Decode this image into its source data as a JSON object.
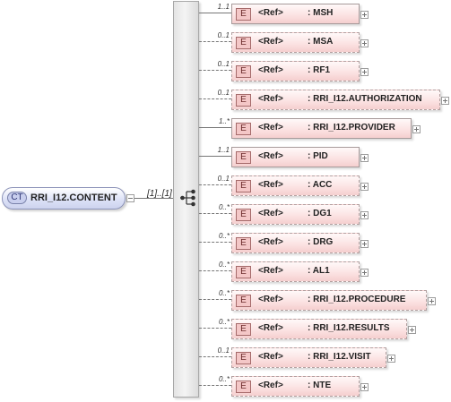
{
  "complex_type": {
    "tag": "CT",
    "name": "RRI_I12.CONTENT"
  },
  "sequence": {
    "multiplicity": "[1]..[1]"
  },
  "elements": [
    {
      "tag": "E",
      "ref": "<Ref>",
      "name": ": MSH",
      "multiplicity": "1..1",
      "required": true
    },
    {
      "tag": "E",
      "ref": "<Ref>",
      "name": ": MSA",
      "multiplicity": "0..1",
      "required": false
    },
    {
      "tag": "E",
      "ref": "<Ref>",
      "name": ": RF1",
      "multiplicity": "0..1",
      "required": false
    },
    {
      "tag": "E",
      "ref": "<Ref>",
      "name": ": RRI_I12.AUTHORIZATION",
      "multiplicity": "0..1",
      "required": false
    },
    {
      "tag": "E",
      "ref": "<Ref>",
      "name": ": RRI_I12.PROVIDER",
      "multiplicity": "1..*",
      "required": true
    },
    {
      "tag": "E",
      "ref": "<Ref>",
      "name": ": PID",
      "multiplicity": "1..1",
      "required": true
    },
    {
      "tag": "E",
      "ref": "<Ref>",
      "name": ": ACC",
      "multiplicity": "0..1",
      "required": false
    },
    {
      "tag": "E",
      "ref": "<Ref>",
      "name": ": DG1",
      "multiplicity": "0..*",
      "required": false
    },
    {
      "tag": "E",
      "ref": "<Ref>",
      "name": ": DRG",
      "multiplicity": "0..*",
      "required": false
    },
    {
      "tag": "E",
      "ref": "<Ref>",
      "name": ": AL1",
      "multiplicity": "0..*",
      "required": false
    },
    {
      "tag": "E",
      "ref": "<Ref>",
      "name": ": RRI_I12.PROCEDURE",
      "multiplicity": "0..*",
      "required": false
    },
    {
      "tag": "E",
      "ref": "<Ref>",
      "name": ": RRI_I12.RESULTS",
      "multiplicity": "0..*",
      "required": false
    },
    {
      "tag": "E",
      "ref": "<Ref>",
      "name": ": RRI_I12.VISIT",
      "multiplicity": "0..1",
      "required": false
    },
    {
      "tag": "E",
      "ref": "<Ref>",
      "name": ": NTE",
      "multiplicity": "0..*",
      "required": false
    }
  ]
}
